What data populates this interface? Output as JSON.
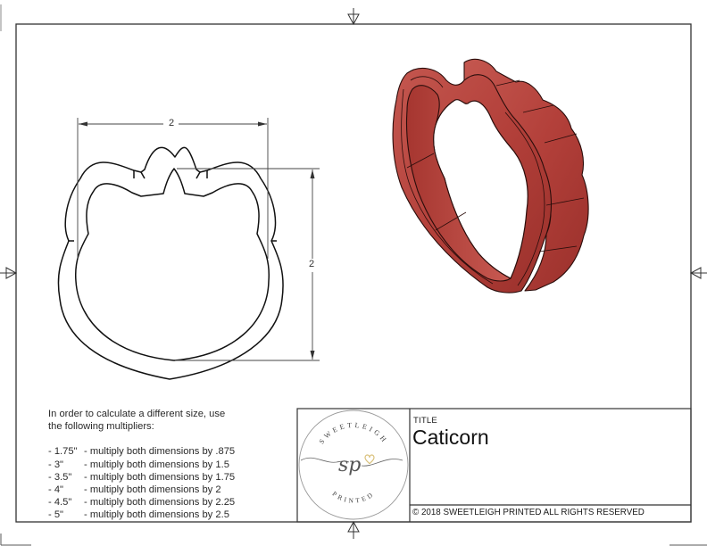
{
  "drawing": {
    "title_label": "TITLE",
    "title": "Caticorn",
    "copyright": "© 2018  SWEETLEIGH PRINTED  ALL RIGHTS RESERVED",
    "accent_color": "#b9403a"
  },
  "dimensions": {
    "width": "2",
    "height": "2"
  },
  "logo": {
    "top_text": "SWEETLEIGH",
    "monogram": "sp",
    "bottom_text": "PRINTED"
  },
  "instructions": {
    "intro_line1": "In order to calculate a different size, use",
    "intro_line2": "the following multipliers:",
    "multipliers": [
      {
        "size": "- 1.75\"",
        "text": "- multiply both dimensions by .875"
      },
      {
        "size": "- 3\"",
        "text": "- multiply both dimensions by 1.5"
      },
      {
        "size": "- 3.5\"",
        "text": "- multiply both dimensions by 1.75"
      },
      {
        "size": "- 4\"",
        "text": "- multiply both dimensions by 2"
      },
      {
        "size": "- 4.5\"",
        "text": "- multiply both dimensions by 2.25"
      },
      {
        "size": "- 5\"",
        "text": "- multiply both dimensions by 2.5"
      }
    ]
  }
}
